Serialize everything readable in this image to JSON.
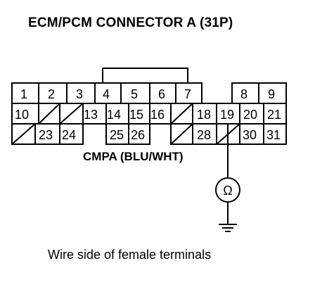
{
  "title": "ECM/PCM CONNECTOR A (31P)",
  "wire_label": "CMPA (BLU/WHT)",
  "caption": "Wire side of female terminals",
  "meter_symbol": "Ω",
  "pins": {
    "p1": "1",
    "p2": "2",
    "p3": "3",
    "p4": "4",
    "p5": "5",
    "p6": "6",
    "p7": "7",
    "p8": "8",
    "p9": "9",
    "p10": "10",
    "p13": "13",
    "p14": "14",
    "p15": "15",
    "p16": "16",
    "p18": "18",
    "p19": "19",
    "p20": "20",
    "p21": "21",
    "p23": "23",
    "p24": "24",
    "p25": "25",
    "p26": "26",
    "p28": "28",
    "p30": "30",
    "p31": "31"
  }
}
